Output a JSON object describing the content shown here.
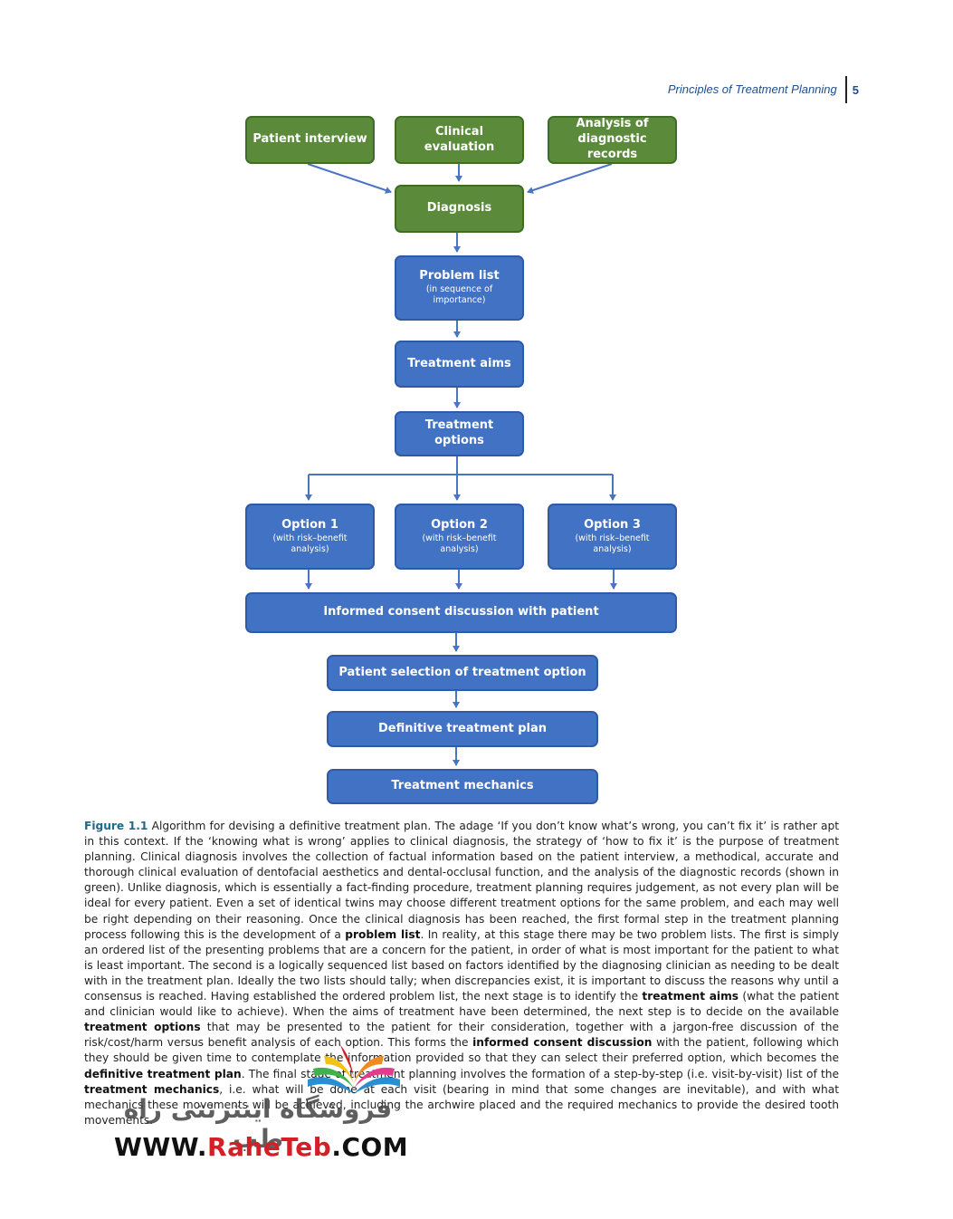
{
  "header": {
    "title": "Principles of Treatment Planning",
    "page_number": "5"
  },
  "flowchart": {
    "patient_interview": "Patient interview",
    "clinical_evaluation": "Clinical evaluation",
    "analysis_records": "Analysis of diagnostic records",
    "diagnosis": "Diagnosis",
    "problem_list": "Problem list",
    "problem_list_sub": "(in sequence of importance)",
    "treatment_aims": "Treatment aims",
    "treatment_options": "Treatment options",
    "option1": "Option 1",
    "option2": "Option 2",
    "option3": "Option 3",
    "option_sub": "(with risk–benefit analysis)",
    "informed_consent": "Informed consent discussion with patient",
    "patient_selection": "Patient selection of treatment option",
    "definitive_plan": "Definitive treatment plan",
    "mechanics": "Treatment mechanics"
  },
  "caption": {
    "label": "Figure 1.1",
    "t1": "Algorithm for devising a definitive treatment plan. The adage ‘If you don’t know what’s wrong, you can’t fix it’ is rather apt in this context. If the ‘knowing what is wrong’ applies to clinical diagnosis, the strategy of ‘how to fix it’ is the purpose of treatment planning. Clinical diagnosis involves the collection of factual information based on the patient interview, a methodical, accurate and thorough clinical evaluation of dentofacial aesthetics and dental-occlusal function, and the analysis of the diagnostic records (shown in green). Unlike diagnosis, which is essentially a fact-finding procedure, treatment planning requires judgement, as not every plan will be ideal for every patient. Even a set of identical twins may choose different treatment options for the same problem, and each may well be right depending on their reasoning. Once the clinical diagnosis has been reached, the first formal step in the treatment planning process following this is the development of a ",
    "b1": "problem list",
    "t2": ". In reality, at this stage there may be two problem lists. The first is simply an ordered list of the presenting problems that are a concern for the patient, in order of what is most important for the patient to what is least important. The second is a logically sequenced list based on factors identified by the diagnosing clinician as needing to be dealt with in the treatment plan. Ideally the two lists should tally; when discrepancies exist, it is important to discuss the reasons why until a consensus is reached. Having established the ordered problem list, the next stage is to identify the ",
    "b2": "treatment aims",
    "t3": " (what the patient and clinician would like to achieve). When the aims of treatment have been determined, the next step is to decide on the available ",
    "b3": "treatment options",
    "t4": " that may be presented to the patient for their consideration, together with a jargon-free discussion of the risk/cost/harm versus benefit analysis of each option. This forms the ",
    "b4": "informed consent discussion",
    "t5": " with the patient, following which they should be given time to contemplate the information provided so that they can select their preferred option, which becomes the ",
    "b5": "definitive treatment plan",
    "t6": ". The final stage of treatment planning involves the formation of a step-by-step (i.e. visit-by-visit) list of the ",
    "b6": "treatment mechanics",
    "t7": ", i.e. what will be done at each visit (bearing in mind that some changes are inevitable), and with what mechanics these movements will be achieved, including the archwire placed and the required mechanics to provide the desired tooth movements."
  },
  "watermark": {
    "persian": "فروشگاه اینترنتی راه طب",
    "url_prefix": "WWW.",
    "url_brand": "RaheTeb",
    "url_suffix": ".COM"
  },
  "colors": {
    "green": "#5a8a3a",
    "blue": "#4272c4",
    "arrow": "#4a74c4",
    "accent": "#1d4f8c"
  }
}
